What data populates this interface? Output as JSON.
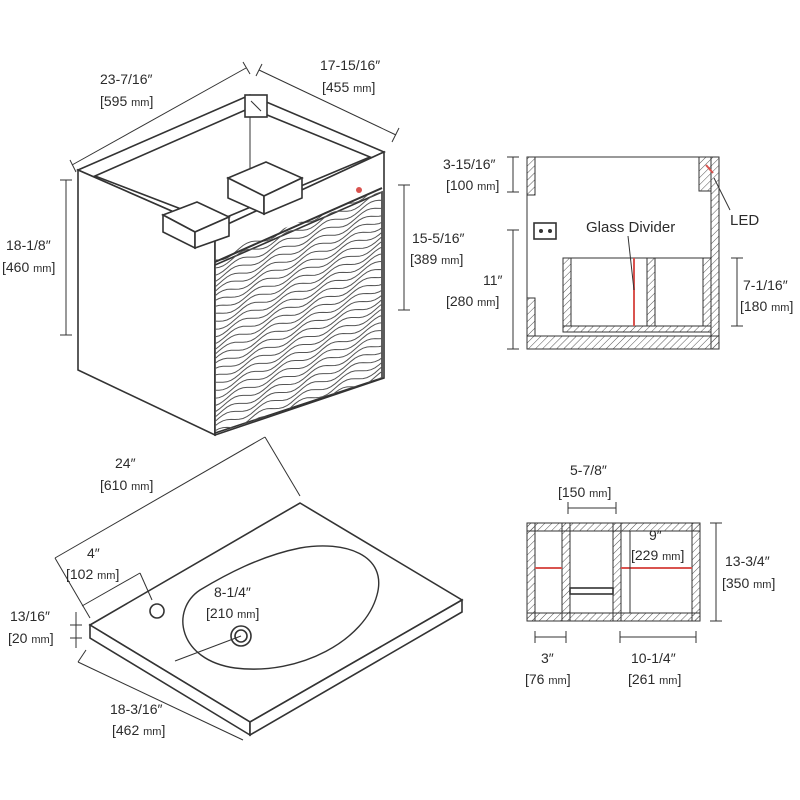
{
  "cabinet_3d": {
    "width_in": "23-7/16″",
    "width_mm": "595",
    "depth_in": "17-15/16″",
    "depth_mm": "455",
    "height_in": "18-1/8″",
    "height_mm": "460",
    "drawer_in": "15-5/16″",
    "drawer_mm": "389"
  },
  "section_view": {
    "top_in": "3-15/16″",
    "top_mm": "100",
    "lower_in": "11″",
    "lower_mm": "280",
    "drawer_in": "7-1/16″",
    "drawer_mm": "180",
    "glass_divider_label": "Glass Divider",
    "led_label": "LED"
  },
  "countertop": {
    "width_in": "24″",
    "width_mm": "610",
    "hole_in": "4″",
    "hole_mm": "102",
    "thick_in": "13/16″",
    "thick_mm": "20",
    "drain_in": "8-1/4″",
    "drain_mm": "210",
    "depth_in": "18-3/16″",
    "depth_mm": "462"
  },
  "plan_view": {
    "gap_in": "5-7/8″",
    "gap_mm": "150",
    "inner_in": "9″",
    "inner_mm": "229",
    "depth_in": "13-3/4″",
    "depth_mm": "350",
    "left_in": "3″",
    "left_mm": "76",
    "right_in": "10-1/4″",
    "right_mm": "261"
  },
  "units": {
    "mm": "mm"
  },
  "colors": {
    "line": "#333333",
    "accent": "#d9534f"
  }
}
